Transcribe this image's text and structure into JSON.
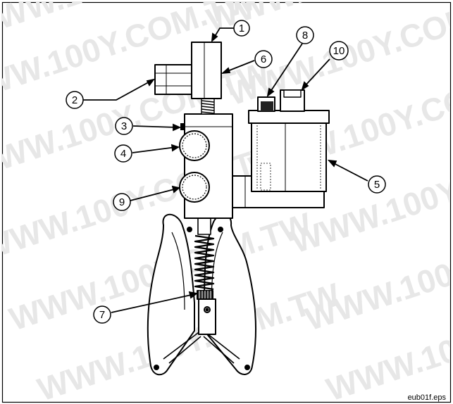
{
  "figure": {
    "filename": "eub01f.eps",
    "watermark": "WWW.100Y.COM.TW"
  },
  "callouts": [
    {
      "id": "1",
      "label": "1"
    },
    {
      "id": "2",
      "label": "2"
    },
    {
      "id": "3",
      "label": "3"
    },
    {
      "id": "4",
      "label": "4"
    },
    {
      "id": "5",
      "label": "5"
    },
    {
      "id": "6",
      "label": "6"
    },
    {
      "id": "7",
      "label": "7"
    },
    {
      "id": "8",
      "label": "8"
    },
    {
      "id": "9",
      "label": "9"
    },
    {
      "id": "10",
      "label": "10"
    }
  ]
}
